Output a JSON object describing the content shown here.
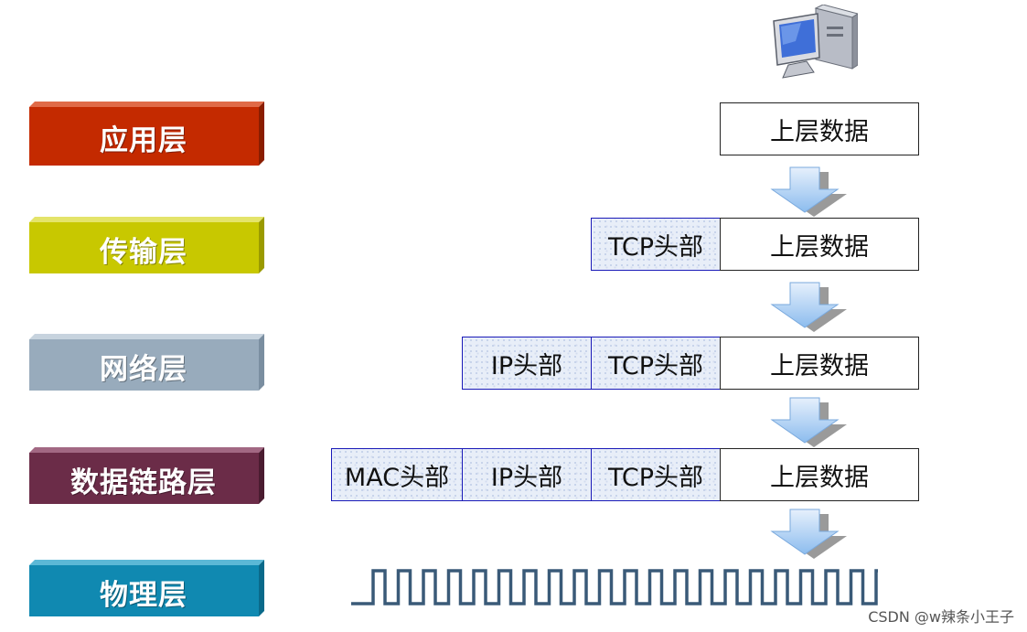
{
  "layers": [
    {
      "name": "应用层",
      "color": "#c42a00",
      "text_color": "#ffffff"
    },
    {
      "name": "传输层",
      "color": "#c8c800",
      "text_color": "#ffffff"
    },
    {
      "name": "网络层",
      "color": "#98abbc",
      "text_color": "#ffffff"
    },
    {
      "name": "数据链路层",
      "color": "#6b2c48",
      "text_color": "#ffffff"
    },
    {
      "name": "物理层",
      "color": "#1089b1",
      "text_color": "#ffffff"
    }
  ],
  "packet": {
    "data_label": "上层数据",
    "tcp_header": "TCP头部",
    "ip_header": "IP头部",
    "mac_header": "MAC头部"
  },
  "icons": {
    "computer": "computer-icon",
    "arrow": "down-arrow-icon"
  },
  "watermark": "CSDN @w辣条小王子"
}
